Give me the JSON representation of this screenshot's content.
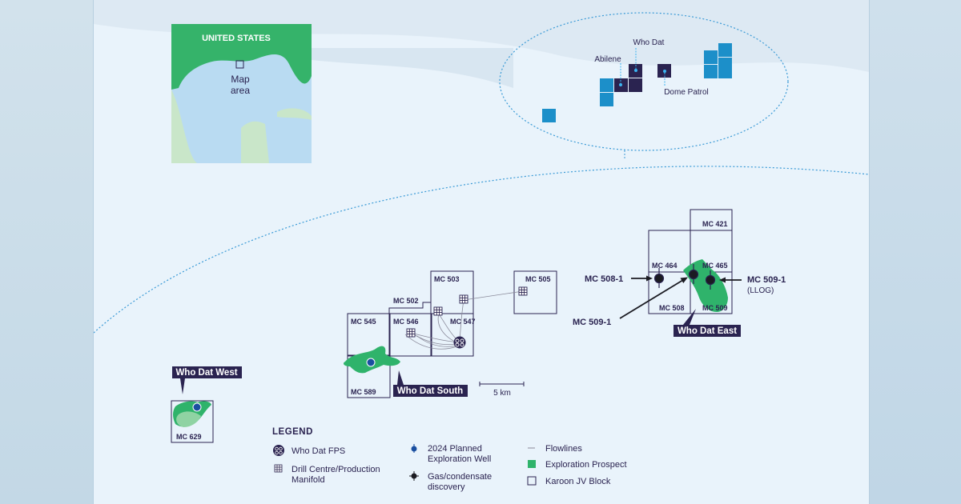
{
  "inset": {
    "country_label": "UNITED STATES",
    "map_area_line1": "Map",
    "map_area_line2": "area"
  },
  "overview_fields": {
    "who_dat": "Who Dat",
    "abilene": "Abilene",
    "dome_patrol": "Dome Patrol"
  },
  "blocks": {
    "mc503": "MC 503",
    "mc505": "MC 505",
    "mc502": "MC 502",
    "mc545": "MC 545",
    "mc546": "MC 546",
    "mc547": "MC 547",
    "mc589": "MC 589",
    "mc629": "MC 629",
    "mc421": "MC 421",
    "mc464": "MC 464",
    "mc465": "MC 465",
    "mc508": "MC 508",
    "mc509": "MC 509"
  },
  "wells": {
    "mc508_1": "MC 508-1",
    "mc509_1_llog": "MC 509-1",
    "llog": "(LLOG)",
    "mc509_1": "MC 509-1"
  },
  "callouts": {
    "who_dat_west": "Who Dat West",
    "who_dat_south": "Who Dat South",
    "who_dat_east": "Who Dat East"
  },
  "scale_bar": "5 km",
  "legend": {
    "title": "LEGEND",
    "fps": "Who Dat FPS",
    "drill_line1": "Drill Centre/Production",
    "drill_line2": "Manifold",
    "planned_line1": "2024 Planned",
    "planned_line2": "Exploration Well",
    "gas_line1": "Gas/condensate",
    "gas_line2": "discovery",
    "flowlines": "Flowlines",
    "prospect": "Exploration Prospect",
    "jv_block": "Karoon JV Block"
  },
  "colors": {
    "navy": "#2a2350",
    "green": "#2fb36b",
    "light_green": "#8fd3a3",
    "teal_block": "#1c8fc9",
    "well_blue": "#1a4fa0",
    "dotted": "#3a9ad6"
  }
}
